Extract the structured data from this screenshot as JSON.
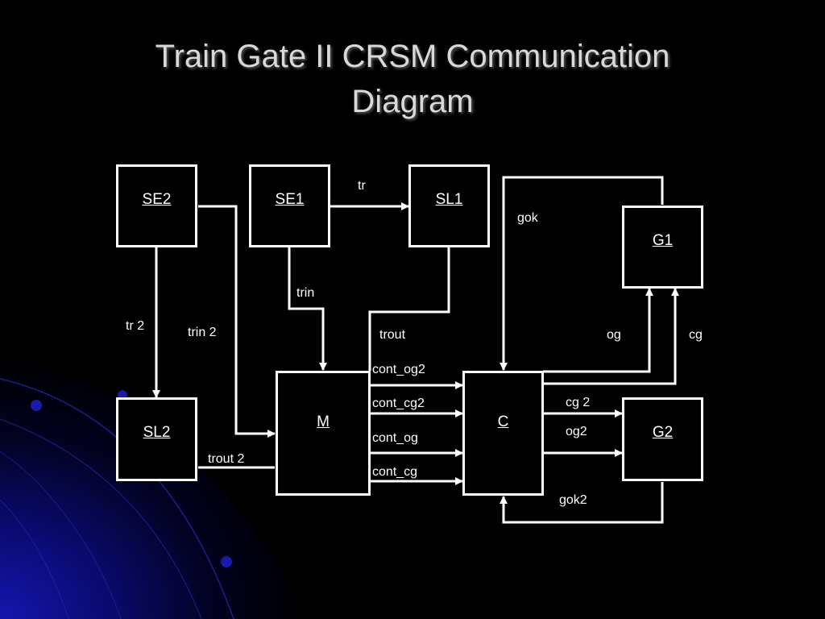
{
  "title": {
    "line1": "Train Gate II CRSM Communication",
    "line2": "Diagram"
  },
  "nodes": {
    "se2": "SE2",
    "se1": "SE1",
    "sl1": "SL1",
    "g1": "G1",
    "sl2": "SL2",
    "m": "M",
    "c": "C",
    "g2": "G2"
  },
  "signals": {
    "tr": "tr",
    "gok": "gok",
    "trin": "trin",
    "tr2": "tr 2",
    "trin2": "trin 2",
    "trout": "trout",
    "og": "og",
    "cg": "cg",
    "cont_og2": "cont_og2",
    "cont_cg2": "cont_cg2",
    "cont_og": "cont_og",
    "cont_cg": "cont_cg",
    "cg2": "cg 2",
    "og2": "og2",
    "trout2": "trout 2",
    "gok2": "gok2"
  },
  "colors": {
    "background": "#000000",
    "line": "#ffffff",
    "title": "#d9d9d9",
    "accent_blue": "#1a1aa8"
  }
}
